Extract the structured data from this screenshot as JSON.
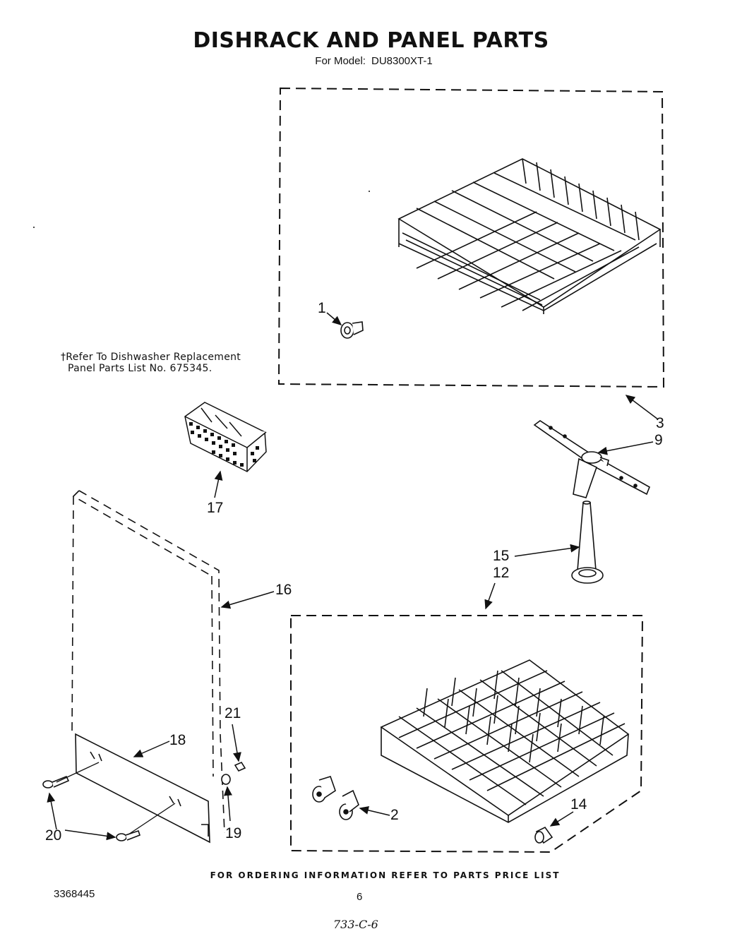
{
  "header": {
    "title": "DISHRACK AND PANEL PARTS",
    "model_label": "For Model:",
    "model_number": "DU8300XT-1"
  },
  "note": {
    "line1": "†Refer To Dishwasher Replacement",
    "line2": "Panel Parts List No. 675345."
  },
  "callouts": {
    "c1": "1",
    "c2": "2",
    "c3": "3",
    "c9": "9",
    "c12": "12",
    "c14": "14",
    "c15": "15",
    "c16": "16",
    "c17": "17",
    "c18": "18",
    "c19": "19",
    "c20": "20",
    "c21": "21"
  },
  "footer": {
    "ordering": "FOR ORDERING INFORMATION REFER TO PARTS PRICE LIST",
    "doc_number": "3368445",
    "page_number": "6",
    "handwritten": "733-C-6"
  }
}
